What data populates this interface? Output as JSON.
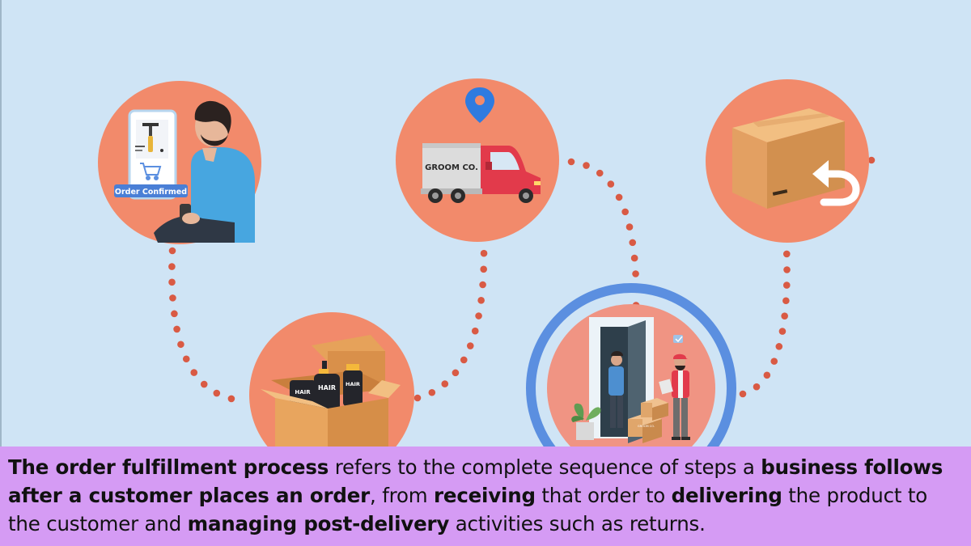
{
  "illustration": {
    "order_badge": "Order Confirmed",
    "truck_brand": "GROOM CO.",
    "bottle_labels": [
      "HAIR",
      "HAIR",
      "HAIR"
    ],
    "box_label": "GROOM CO."
  },
  "caption": {
    "segments": [
      {
        "text": "The order fulfillment process",
        "bold": true
      },
      {
        "text": " refers to the complete sequence of steps a ",
        "bold": false
      },
      {
        "text": "business follows after a customer places an order",
        "bold": true
      },
      {
        "text": ", from ",
        "bold": false
      },
      {
        "text": "receiving",
        "bold": true
      },
      {
        "text": " that order to ",
        "bold": false
      },
      {
        "text": "delivering",
        "bold": true
      },
      {
        "text": " the product to the customer and ",
        "bold": false
      },
      {
        "text": "managing post-delivery",
        "bold": true
      },
      {
        "text": " activities such as returns.",
        "bold": false
      }
    ]
  },
  "colors": {
    "background": "#cfe4f5",
    "circle": "#f28a6b",
    "dots": "#d95a44",
    "highlight_ring": "#5b8fe0",
    "caption_bg": "#d59bf4"
  }
}
